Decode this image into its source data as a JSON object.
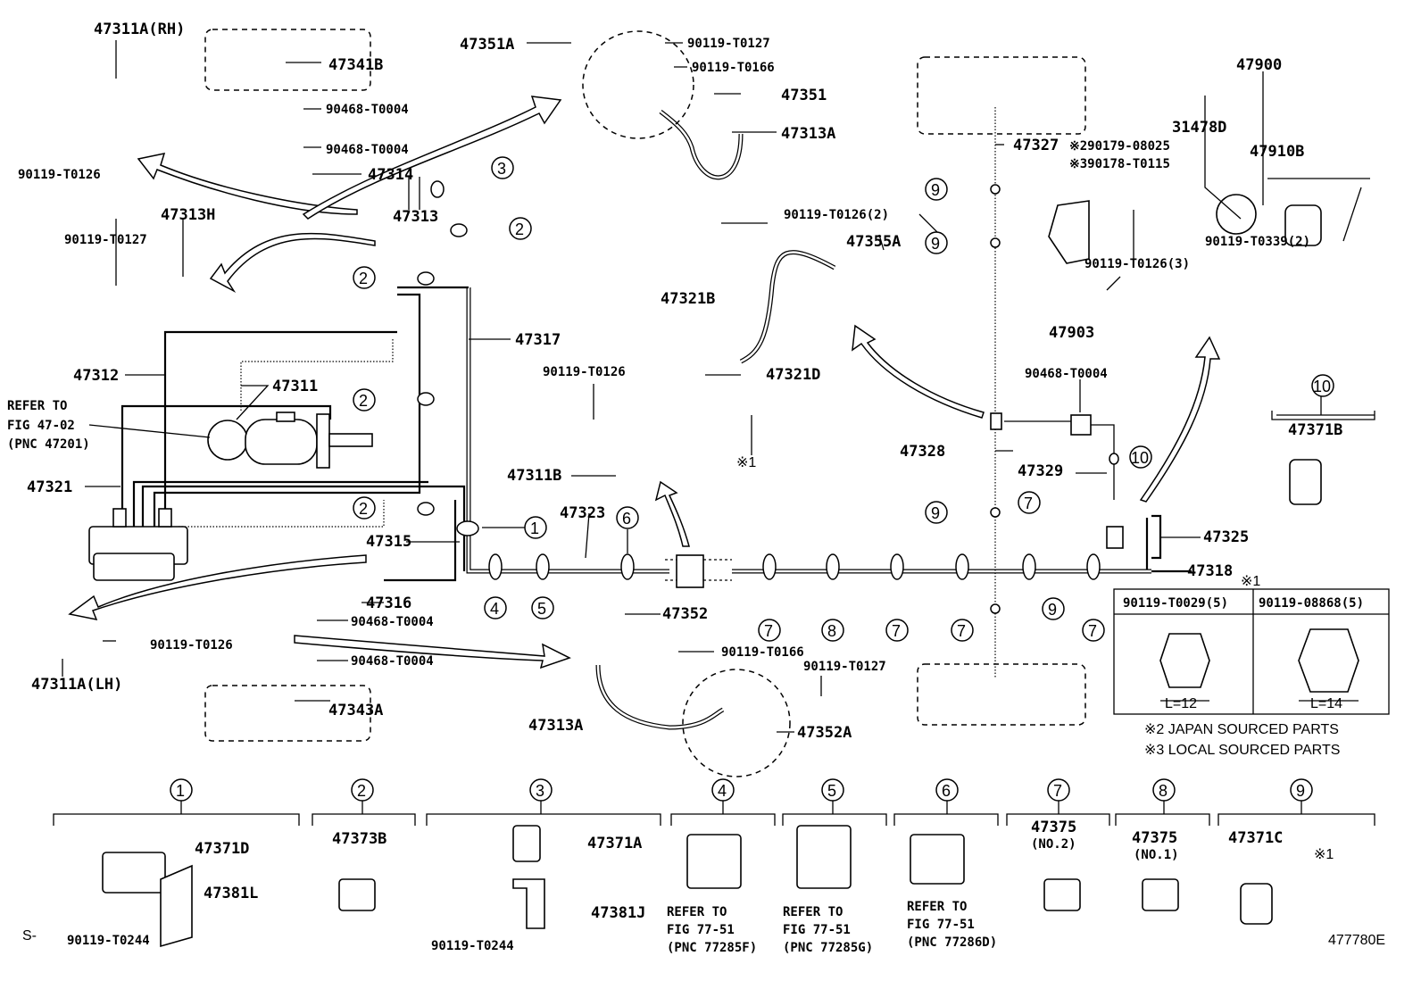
{
  "labels": {
    "p47311A_RH": "47311A(RH)",
    "p47341B": "47341B",
    "p90468_1": "90468-T0004",
    "p90468_2": "90468-T0004",
    "p47314": "47314",
    "p47313": "47313",
    "p90119_T0126_a": "90119-T0126",
    "p47313H": "47313H",
    "p90119_T0127_a": "90119-T0127",
    "p47351A": "47351A",
    "p90119_T0127_b": "90119-T0127",
    "p90119_T0166_a": "90119-T0166",
    "p47351": "47351",
    "p47313A_top": "47313A",
    "p47317": "47317",
    "p47312": "47312",
    "p47311": "47311",
    "refer_a1": "REFER TO",
    "refer_a2": "FIG 47-02",
    "refer_a3": "(PNC 47201)",
    "p47321": "47321",
    "p47315": "47315",
    "p47316": "47316",
    "p90468_3": "90468-T0004",
    "p90468_4": "90468-T0004",
    "p90119_T0126_b": "90119-T0126",
    "p47311A_LH": "47311A(LH)",
    "p47343A": "47343A",
    "p47352": "47352",
    "p90119_T0166_b": "90119-T0166",
    "p90119_T0127_c": "90119-T0127",
    "p47313A_bot": "47313A",
    "p47352A": "47352A",
    "p47323": "47323",
    "p90119_T0126_c": "90119-T0126",
    "p47311B": "47311B",
    "p47321B": "47321B",
    "p47321D": "47321D",
    "kome1_a": "※1",
    "p90119_T0126_2": "90119-T0126(2)",
    "p47355A": "47355A",
    "p47327": "47327",
    "p90179": "※290179-08025",
    "p90178": "※390178-T0115",
    "p31478D": "31478D",
    "p47900": "47900",
    "p47910B": "47910B",
    "p47903": "47903",
    "p90119_T0126_3": "90119-T0126(3)",
    "p90119_T0339_2": "90119-T0339(2)",
    "p90468_5": "90468-T0004",
    "p47328": "47328",
    "p47329": "47329",
    "p47325": "47325",
    "p47371B": "47371B",
    "p47318": "47318",
    "kome1_b": "※1",
    "bolt1": "90119-T0029(5)",
    "bolt2": "90119-08868(5)",
    "len1": "L=12",
    "len2": "L=14",
    "note_japan": "※2 JAPAN SOURCED PARTS",
    "note_local": "※3 LOCAL SOURCED PARTS",
    "g1_47371D": "47371D",
    "g1_47381L": "47381L",
    "g1_90119": "90119-T0244",
    "g2_47373B": "47373B",
    "g3_47371A": "47371A",
    "g3_47381J": "47381J",
    "g3_90119": "90119-T0244",
    "g4_r1": "REFER TO",
    "g4_r2": "FIG 77-51",
    "g4_r3": "(PNC 77285F)",
    "g5_r1": "REFER TO",
    "g5_r2": "FIG 77-51",
    "g5_r3": "(PNC 77285G)",
    "g6_r1": "REFER TO",
    "g6_r2": "FIG 77-51",
    "g6_r3": "(PNC 77286D)",
    "g7_47375": "47375",
    "g7_no": "(NO.2)",
    "g8_47375": "47375",
    "g8_no": "(NO.1)",
    "g9_47371C": "47371C",
    "g9_kome": "※1",
    "corner_s": "S-",
    "fig_code": "477780E"
  },
  "callouts": {
    "c1": "1",
    "c2": "2",
    "c3": "3",
    "c4": "4",
    "c5": "5",
    "c6": "6",
    "c7": "7",
    "c8": "8",
    "c9": "9",
    "c10": "10"
  }
}
